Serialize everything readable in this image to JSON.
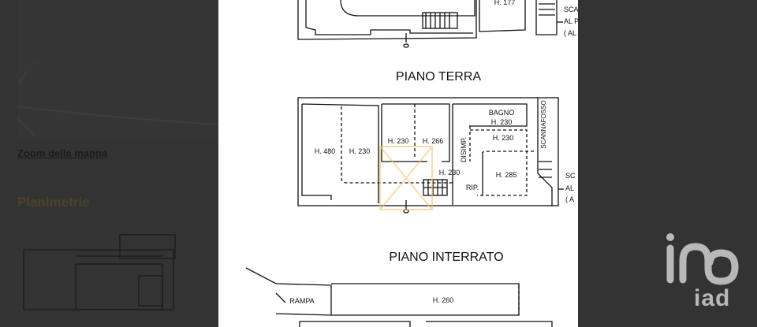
{
  "background_page": {
    "map_link": "Zoom della mappa",
    "floorplans_heading": "Planimetrie"
  },
  "lightbox": {
    "top_floor": {
      "height_label": "H. 177",
      "stair_note": [
        "SCA",
        "AL P",
        "( AL"
      ]
    },
    "ground_floor": {
      "title": "PIANO TERRA",
      "rooms": [
        "H. 480",
        "H. 230",
        "H. 230",
        "H. 266",
        "BAGNO",
        "H. 230",
        "DISIMP.",
        "H. 230",
        "SCANNAFOSSO",
        "H. 230",
        "RIP.",
        "H. 285"
      ],
      "stair_note": [
        "SC",
        "AL",
        "( A"
      ]
    },
    "basement": {
      "title": "PIANO INTERRATO",
      "rampa": "RAMPA",
      "height_label": "H. 260"
    }
  },
  "logo": {
    "text": "iad",
    "color": "#b8b8b8"
  },
  "colors": {
    "overlay": "#333333",
    "heading_dim": "#4a4328",
    "watermark": "#f3c777"
  }
}
